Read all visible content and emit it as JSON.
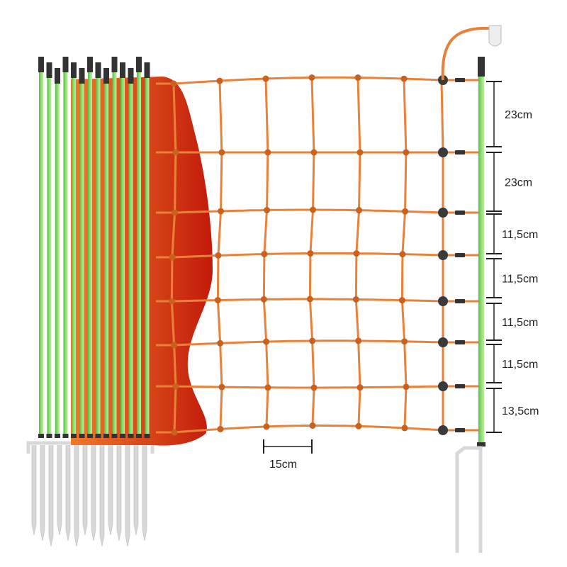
{
  "title": "Electric fence netting dimensions",
  "colors": {
    "net": "#e8823a",
    "post": "#6fd35a",
    "post_dark": "#3f9e35",
    "cap": "#333333",
    "fold_light": "#f07a2a",
    "fold_dark": "#c21a0a",
    "spike": "#d8d8d8",
    "node": "#3a3a3a"
  },
  "vertical_spacing": [
    {
      "label": "23cm",
      "value_cm": 23
    },
    {
      "label": "23cm",
      "value_cm": 23
    },
    {
      "label": "11,5cm",
      "value_cm": 11.5
    },
    {
      "label": "11,5cm",
      "value_cm": 11.5
    },
    {
      "label": "11,5cm",
      "value_cm": 11.5
    },
    {
      "label": "11,5cm",
      "value_cm": 11.5
    },
    {
      "label": "13,5cm",
      "value_cm": 13.5
    }
  ],
  "horizontal_spacing": {
    "label": "15cm",
    "value_cm": 15
  }
}
